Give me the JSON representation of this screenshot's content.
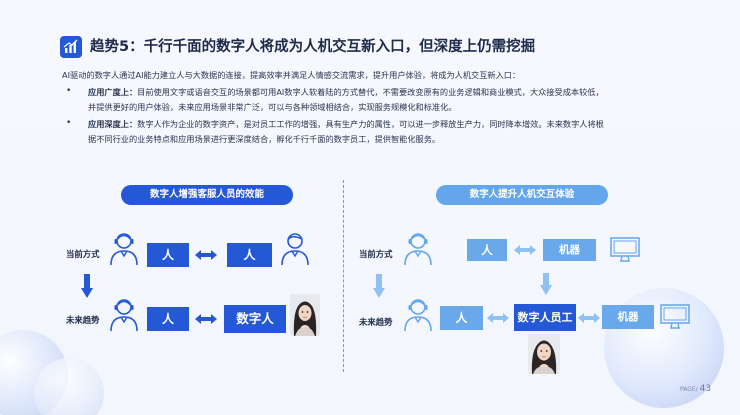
{
  "title": "趋势5：千行千面的数字人将成为人机交互新入口，但深度上仍需挖掘",
  "intro": "AI驱动的数字人通过AI能力建立人与大数据的连接，提高效率并满足人情感交流需求，提升用户体验，将成为人机交互新入口：",
  "bullets": [
    {
      "head": "应用广度上：",
      "line1": "目前使用文字或语音交互的场景都可用AI数字人软着陆的方式替代，不需要改变原有的业务逻辑和商业模式，大众接受成本较低，",
      "line2": "并提供更好的用户体验，未来应用场景非常广泛，可以与各种领域相结合，实现服务规模化和标准化。"
    },
    {
      "head": "应用深度上：",
      "line1": "数字人作为企业的数字资产，是对员工工作的增强，具有生产力的属性，可以进一步释放生产力，同时降本增效。未来数字人将根",
      "line2": "据不同行业的业务特点和应用场景进行更深度结合，孵化千行千面的数字员工，提供智能化服务。"
    }
  ],
  "left": {
    "heading": "数字人增强客服人员的效能",
    "current_label": "当前方式",
    "future_label": "未来趋势",
    "box_person_a": "人",
    "box_person_b": "人",
    "box_person_c": "人",
    "box_digital": "数字人"
  },
  "right": {
    "heading": "数字人提升人机交互体验",
    "current_label": "当前方式",
    "future_label": "未来趋势",
    "box_person_a": "人",
    "box_machine_a": "机器",
    "box_person_b": "人",
    "box_digital": "数字人员工",
    "box_machine_b": "机器"
  },
  "page": {
    "prefix": "PAGE/",
    "number": "43"
  },
  "colors": {
    "primary": "#2458d6",
    "light": "#63a6ec",
    "arrow_light": "#8ec0f2",
    "text": "#1d2a48"
  }
}
